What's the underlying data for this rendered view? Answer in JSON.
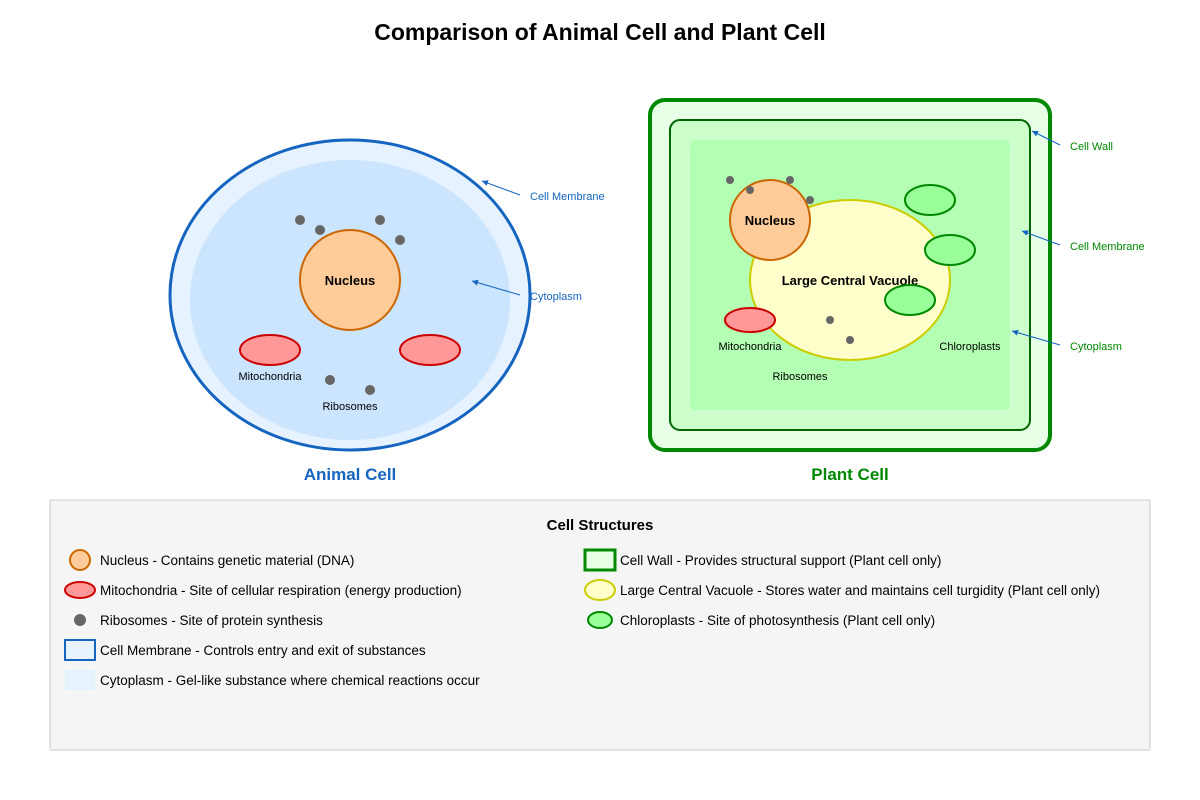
{
  "title": "Comparison of Animal Cell and Plant Cell",
  "animal": {
    "title": "Animal Cell",
    "nucleus": "Nucleus",
    "mitochondria": "Mitochondria",
    "ribosomes": "Ribosomes",
    "callouts": {
      "cell_membrane": "Cell Membrane",
      "cytoplasm": "Cytoplasm"
    }
  },
  "plant": {
    "title": "Plant Cell",
    "nucleus": "Nucleus",
    "vacuole": "Large Central Vacuole",
    "mitochondria": "Mitochondria",
    "chloroplasts": "Chloroplasts",
    "ribosomes": "Ribosomes",
    "callouts": {
      "cell_wall": "Cell Wall",
      "cell_membrane": "Cell Membrane",
      "cytoplasm": "Cytoplasm"
    }
  },
  "legend": {
    "title": "Cell Structures",
    "items": [
      "Nucleus - Contains genetic material (DNA)",
      "Mitochondria - Site of cellular respiration (energy production)",
      "Ribosomes - Site of protein synthesis",
      "Cell Membrane - Controls entry and exit of substances",
      "Cytoplasm - Gel-like substance where chemical reactions occur",
      "Cell Wall - Provides structural support (Plant cell only)",
      "Large Central Vacuole - Stores water and maintains cell turgidity (Plant cell only)",
      "Chloroplasts - Site of photosynthesis (Plant cell only)"
    ]
  },
  "colors": {
    "animal_accent": "#1565c0",
    "plant_accent": "#008800",
    "animal_membrane_fill": "#e6f2ff",
    "animal_cytoplasm": "#cce5ff",
    "plant_wall_fill": "#e6ffe6",
    "plant_membrane_fill": "#ccffcc",
    "plant_cytoplasm": "#b3ffb3",
    "nucleus_fill": "#ffcc99",
    "nucleus_stroke": "#cc6600",
    "mitochondria_fill": "#ff9999",
    "mitochondria_stroke": "#cc0000",
    "ribosome_fill": "#666666",
    "vacuole_fill": "#ffffcc",
    "vacuole_stroke": "#cccc00",
    "chloroplast_fill": "#99ff99",
    "chloroplast_stroke": "#008800"
  }
}
